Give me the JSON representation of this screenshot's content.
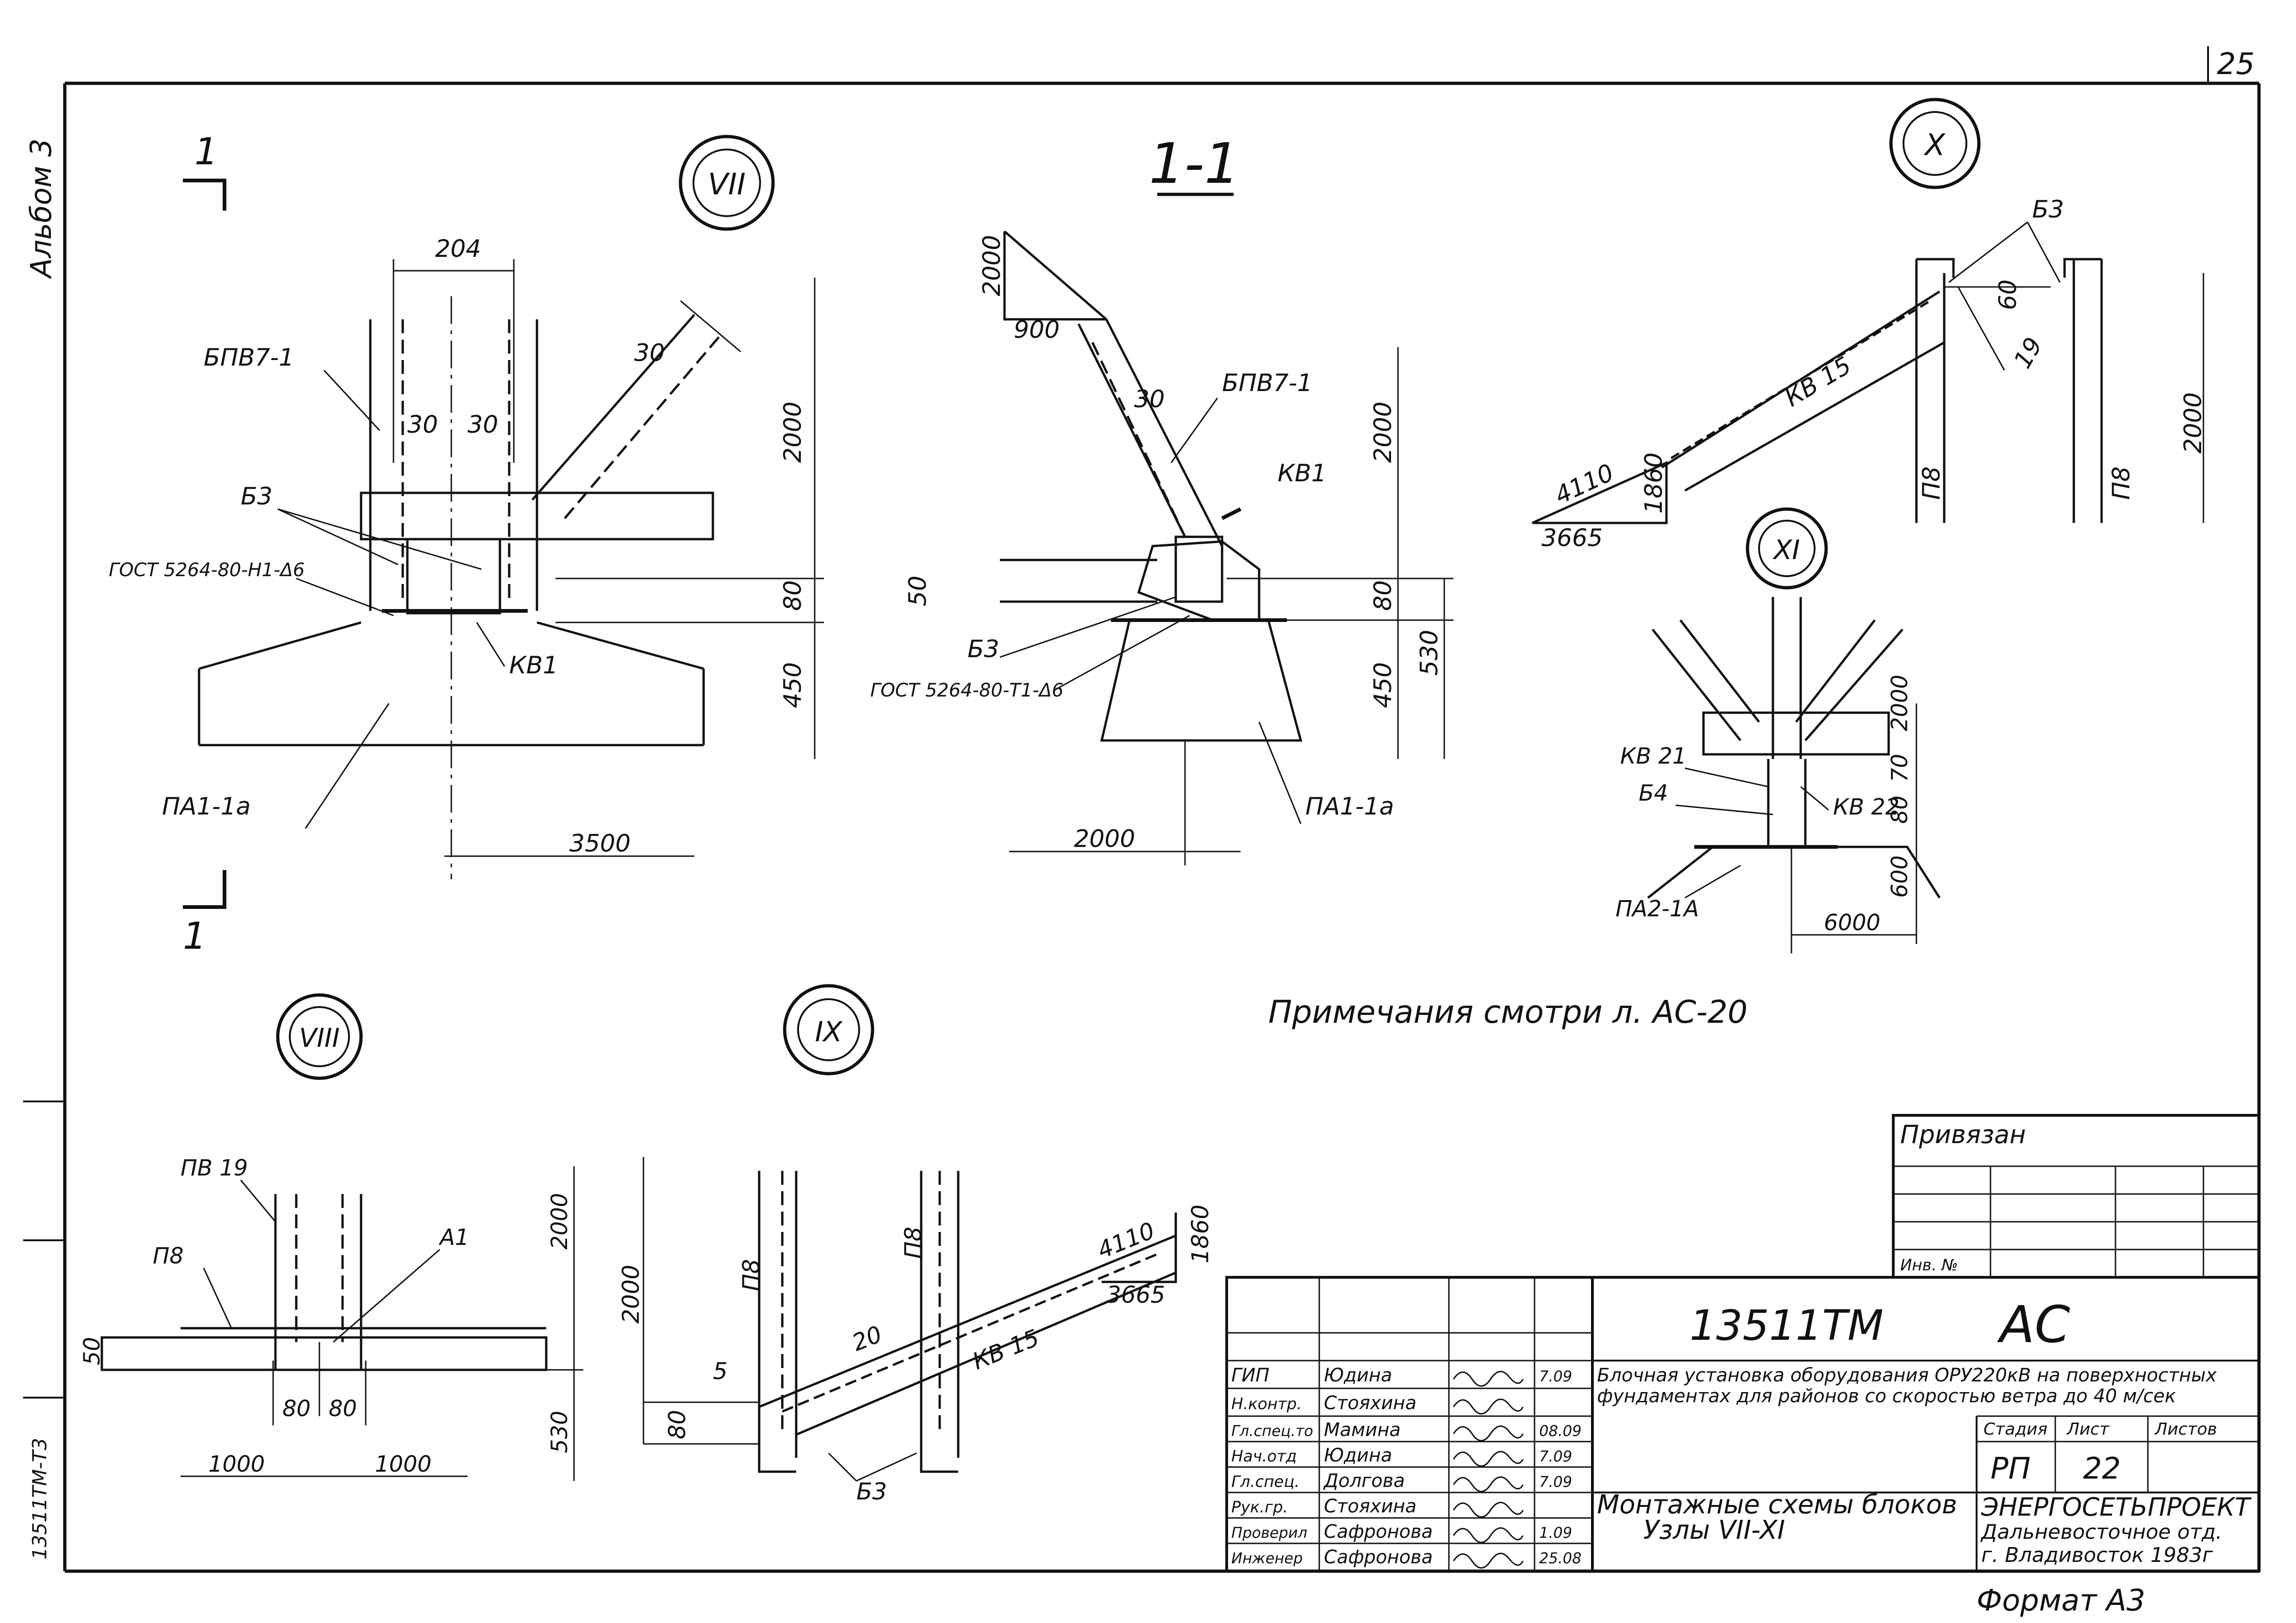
{
  "sheet": {
    "page_number": "25",
    "album_label": "Альбом 3",
    "side_code": "13511ТМ-Т3",
    "note": "Примечания   смотри  л. АС-20",
    "format": "Формат  А3"
  },
  "nodes": {
    "VII": "VII",
    "section": "1-1",
    "X": "X",
    "XI": "XI",
    "VIII": "VIII",
    "IX": "IX"
  },
  "section_marks": {
    "top": "1",
    "bottom": "1"
  },
  "labels": {
    "VII": {
      "dim_204": "204",
      "bpv": "БПВ7-1",
      "d30a": "30",
      "d30b": "30",
      "d30c": "30",
      "b3": "Б3",
      "gost": "ГОСТ 5264-80-Н1-Δ6",
      "kv1": "КВ1",
      "d2000": "2000",
      "d80": "80",
      "d450": "450",
      "pa": "ПА1-1а",
      "d3500": "3500"
    },
    "S11": {
      "d2000": "2000",
      "d900": "900",
      "d30": "30",
      "bpv": "БПВ7-1",
      "kv1": "КВ1",
      "d50": "50",
      "b3": "Б3",
      "gost": "ГОСТ 5264-80-Т1-Δ6",
      "d2000v": "2000",
      "d80": "80",
      "d450": "450",
      "d530": "530",
      "pa": "ПА1-1а",
      "d2000h": "2000"
    },
    "X": {
      "b3": "Б3",
      "d60": "60",
      "kv15": "КВ 15",
      "d19": "19",
      "d2000": "2000",
      "d4110": "4110",
      "d1860": "1860",
      "d3665": "3665",
      "p8a": "П8",
      "p8b": "П8"
    },
    "XI": {
      "d2000": "2000",
      "kv21": "КВ 21",
      "b4": "Б4",
      "kv22": "КВ 22",
      "d70": "70",
      "d80": "80",
      "d600": "600",
      "pa": "ПА2-1А",
      "d6000": "6000"
    },
    "VIII": {
      "pv19": "ПВ 19",
      "p8": "П8",
      "a1": "А1",
      "d2000": "2000",
      "d50": "50",
      "d80a": "80",
      "d80b": "80",
      "d530": "530",
      "d1000a": "1000",
      "d1000b": "1000"
    },
    "IX": {
      "d2000": "2000",
      "p8a": "П8",
      "p8b": "П8",
      "d4110": "4110",
      "d1860": "1860",
      "d3665": "3665",
      "d5": "5",
      "d20": "20",
      "kv15": "КВ 15",
      "d80": "80",
      "b3": "Б3"
    }
  },
  "title_block": {
    "privyazan": "Привязан",
    "inv_no": "Инв. №",
    "project_code": "13511ТМ",
    "mark": "АС",
    "title_line1": "Блочная установка оборудования ОРУ220кВ на поверхностных",
    "title_line2": "фундаментах для районов со скоростью ветра до 40 м/сек",
    "sheet_title_line1": "Монтажные схемы блоков",
    "sheet_title_line2": "Узлы VII-XI",
    "stage_header": "Стадия",
    "sheet_header": "Лист",
    "sheets_header": "Листов",
    "stage": "РП",
    "sheet": "22",
    "sheets": "",
    "org_line1": "ЭНЕРГОСЕТЬПРОЕКТ",
    "org_line2": "Дальневосточное отд.",
    "org_line3": "г. Владивосток 1983г",
    "signers": [
      {
        "role": "ГИП",
        "name": "Юдина",
        "date": "7.09"
      },
      {
        "role": "Н.контр.",
        "name": "Стояхина",
        "date": ""
      },
      {
        "role": "Гл.спец.то",
        "name": "Мамина",
        "date": "08.09"
      },
      {
        "role": "Нач.отд",
        "name": "Юдина",
        "date": "7.09"
      },
      {
        "role": "Гл.спец.",
        "name": "Долгова",
        "date": "7.09"
      },
      {
        "role": "Рук.гр.",
        "name": "Стояхина",
        "date": ""
      },
      {
        "role": "Проверил",
        "name": "Сафронова",
        "date": "1.09"
      },
      {
        "role": "Инженер",
        "name": "Сафронова",
        "date": "25.08"
      }
    ]
  }
}
